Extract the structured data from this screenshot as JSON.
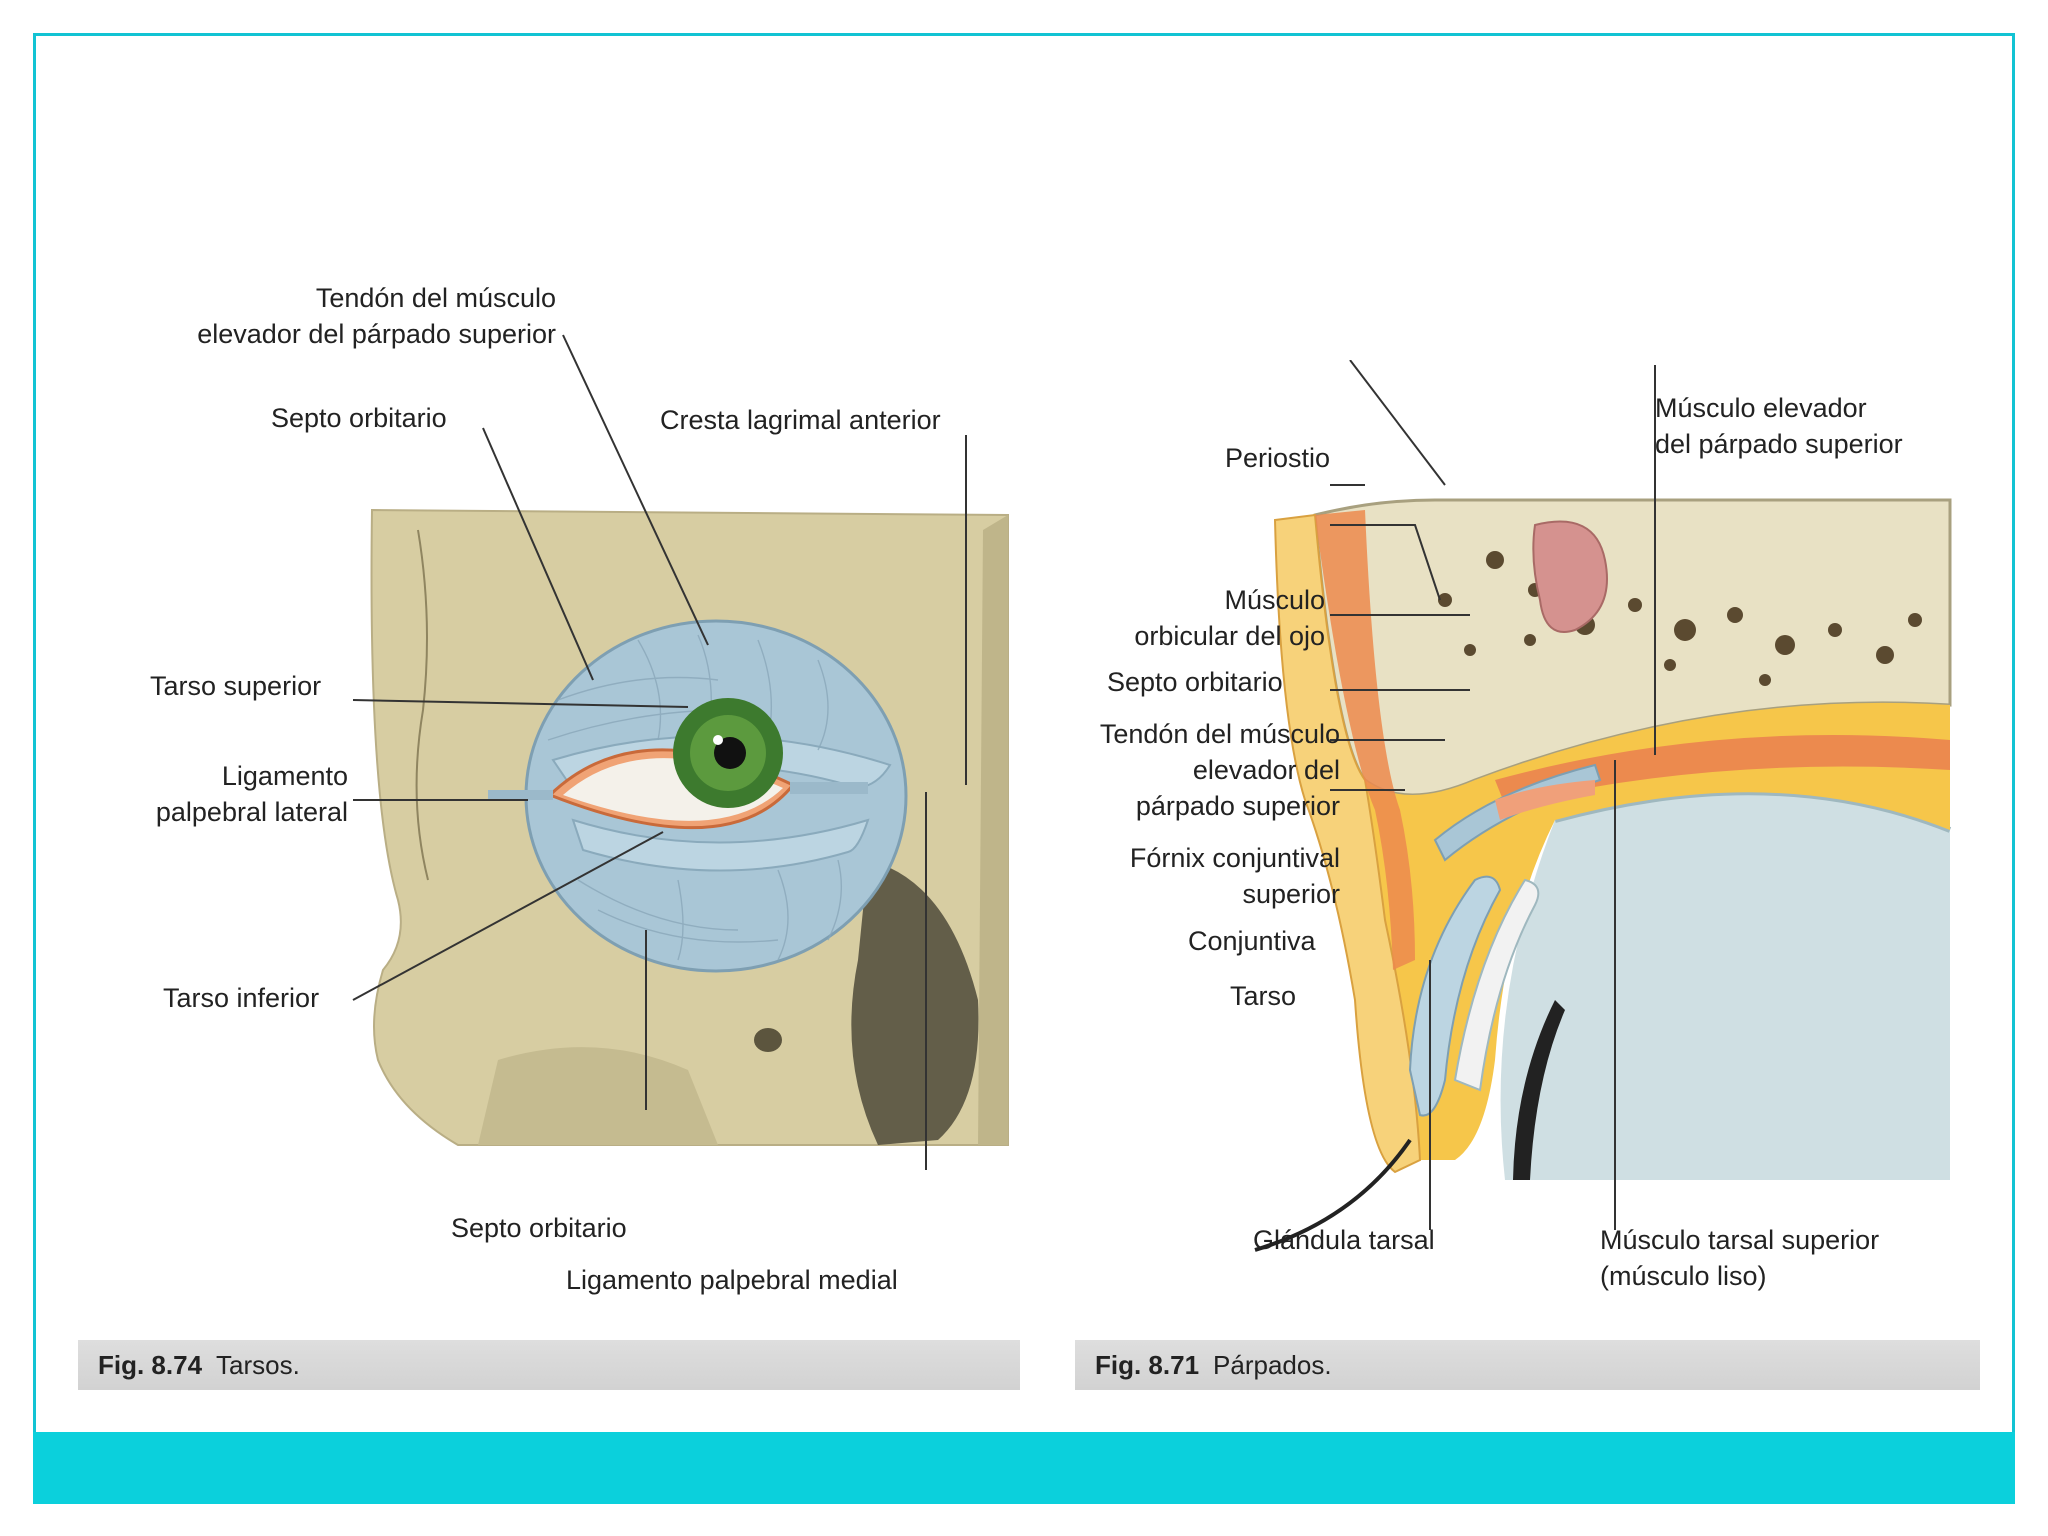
{
  "figure_left": {
    "labels": {
      "tendon": "Tendón del músculo\nelevador del párpado superior",
      "septo_top": "Septo orbitario",
      "cresta": "Cresta lagrimal anterior",
      "tarso_superior": "Tarso superior",
      "ligamento_lateral": "Ligamento\npalpebral lateral",
      "tarso_inferior": "Tarso inferior",
      "septo_bottom": "Septo orbitario",
      "ligamento_medial": "Ligamento palpebral medial"
    },
    "caption_number": "Fig. 8.74",
    "caption_text": "Tarsos."
  },
  "figure_right": {
    "labels": {
      "periostio": "Periostio",
      "musculo_elevador": "Músculo elevador\ndel párpado superior",
      "orbicular": "Músculo\norbicular del ojo",
      "septo": "Septo orbitario",
      "tendon": "Tendón del músculo\nelevador del\npárpado superior",
      "fornix": "Fórnix conjuntival\nsuperior",
      "conjuntiva": "Conjuntiva",
      "tarso": "Tarso",
      "glandula": "Glándula tarsal",
      "tarsal_superior": "Músculo tarsal superior\n(músculo liso)"
    },
    "caption_number": "Fig. 8.71",
    "caption_text": "Párpados."
  },
  "colors": {
    "frame": "#12c3d3",
    "bottom_bar": "#0bd0dc",
    "tarsal_blue": "#a9c6d6",
    "bone": "#d9cfa6",
    "iris": "#3d7a2e",
    "fat_yellow": "#f6c64a",
    "muscle_orange": "#ec8a4e"
  }
}
